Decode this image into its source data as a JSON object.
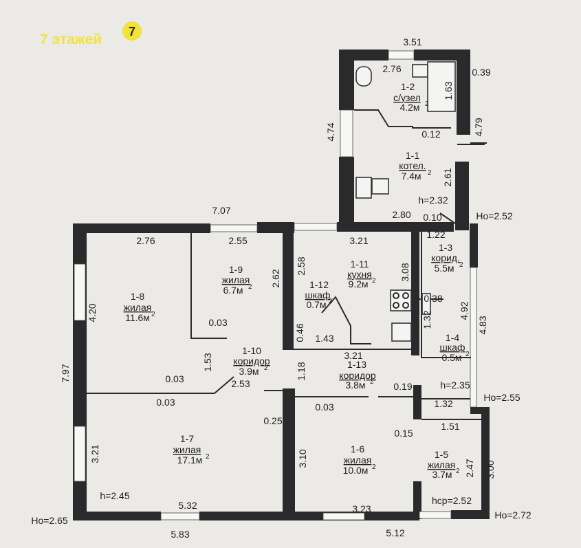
{
  "logo": {
    "text": "7 этажей",
    "badge": "7"
  },
  "rooms": [
    {
      "id": "1-1",
      "name": "котел.",
      "area": "7.4м",
      "sup": "2"
    },
    {
      "id": "1-2",
      "name": "с/узел",
      "area": "4.2м",
      "sup": "2"
    },
    {
      "id": "1-3",
      "name": "корид.",
      "area": "5.5м",
      "sup": "2"
    },
    {
      "id": "1-4",
      "name": "шкаф",
      "area": "0.5м",
      "sup": "2"
    },
    {
      "id": "1-5",
      "name": "жилая",
      "area": "3.7м",
      "sup": "2"
    },
    {
      "id": "1-6",
      "name": "жилая",
      "area": "10.0м",
      "sup": "2"
    },
    {
      "id": "1-7",
      "name": "жилая",
      "area": "17.1м",
      "sup": "2"
    },
    {
      "id": "1-8",
      "name": "жилая",
      "area": "11.6м",
      "sup": "2"
    },
    {
      "id": "1-9",
      "name": "жилая",
      "area": "6.7м",
      "sup": "2"
    },
    {
      "id": "1-10",
      "name": "коридор",
      "area": "3.9м",
      "sup": "2"
    },
    {
      "id": "1-11",
      "name": "кухня",
      "area": "9.2м",
      "sup": "2"
    },
    {
      "id": "1-12",
      "name": "шкаф",
      "area": "0.7м",
      "sup": "2"
    },
    {
      "id": "1-13",
      "name": "коридор",
      "area": "3.8м",
      "sup": "2"
    }
  ],
  "dimensions": [
    "3.51",
    "2.76",
    "0.39",
    "1.63",
    "0.12",
    "4.74",
    "4.79",
    "2.61",
    "h=2.32",
    "7.07",
    "2.80",
    "0.10",
    "Hо=2.52",
    "2.76",
    "2.55",
    "3.21",
    "1.22",
    "2.62",
    "2.58",
    "3.08",
    "0.38",
    "4.92",
    "4.83",
    "1.32",
    "4.20",
    "0.03",
    "0.46",
    "1.43",
    "3.21",
    "7.97",
    "1.53",
    "1.18",
    "0.03",
    "2.53",
    "0.03",
    "0.19",
    "h=2.35",
    "1.32",
    "Hо=2.55",
    "0.03",
    "1.51",
    "0.25",
    "0.15",
    "3.21",
    "3.10",
    "2.47",
    "3.00",
    "h=2.45",
    "hср=2.52",
    "5.32",
    "3.23",
    "Hо=2.65",
    "Hо=2.72",
    "5.83",
    "5.12"
  ]
}
